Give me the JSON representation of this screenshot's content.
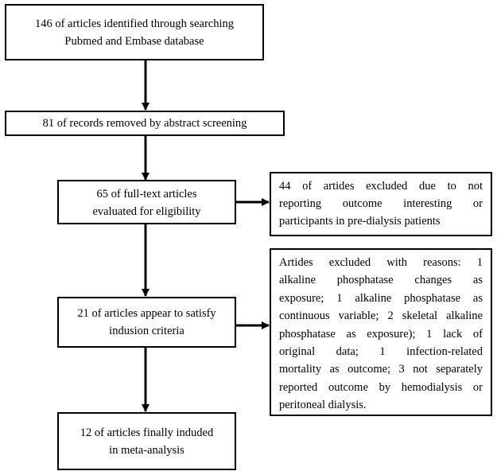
{
  "boxes": {
    "identified": [
      "146 of articles identified through searching",
      "Pubmed and Embase database"
    ],
    "removed": [
      "81 of records removed by abstract screening"
    ],
    "fulltext": [
      "65 of full-text articles",
      "evaluated for eligibility"
    ],
    "excluded_fulltext": [
      "44 of artides excluded due to not",
      "reporting outcome interesting or",
      "participants in pre-dialysis patients"
    ],
    "satisfy": [
      "21 of articles appear to satisfy",
      "indusion criteria"
    ],
    "excluded_reasons": [
      "Artides excluded with reasons: 1",
      "alkaline phosphatase changes as",
      "exposure; 1 alkaline phosphatase as",
      "continuous variable; 2 skeletal alkaline",
      "phosphatase as exposure); 1 lack of",
      "original data; 1 infection-related",
      "mortality as outcome; 3 not separately",
      "reported outcome by hemodialysis or",
      "peritoneal dialysis."
    ],
    "included": [
      "12 of articles finally induded",
      "in meta-analysis"
    ]
  }
}
